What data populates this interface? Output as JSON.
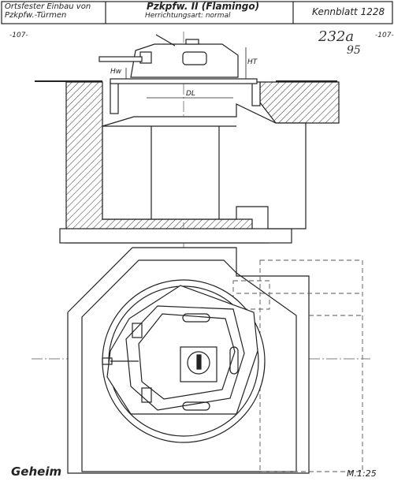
{
  "header": {
    "left_line1": "Ortsfester Einbau von",
    "left_line2": "Pzkpfw.-Türmen",
    "title": "Pzkpfw. II (Flamingo)",
    "subtitle": "Herrichtungsart: normal",
    "card": "Kennblatt 1228"
  },
  "sheet_number_left": "-107-",
  "sheet_number_right": "-107-",
  "stamp": {
    "line1": "232a",
    "line2": "95"
  },
  "dimensions": {
    "hw": "Hw",
    "ht": "HT",
    "dl": "DL"
  },
  "footer": {
    "classification": "Geheim",
    "scale": "M.1:25"
  },
  "colors": {
    "ink": "#222222",
    "paper": "#ffffff",
    "hatch": "#444444"
  },
  "icons": [
    "turret-side-view-icon",
    "turret-top-view-icon",
    "hatch-pattern"
  ]
}
